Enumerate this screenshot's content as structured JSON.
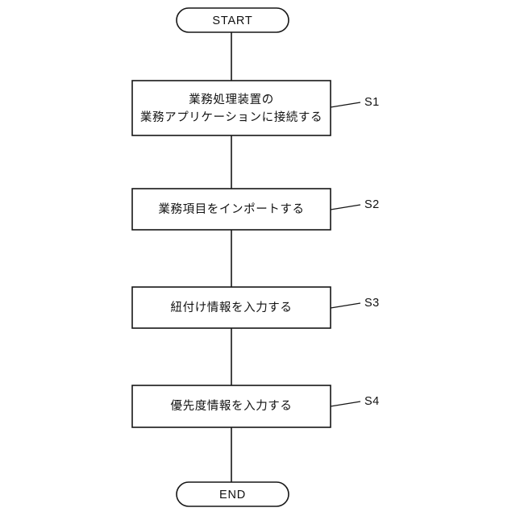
{
  "diagram": {
    "type": "flowchart",
    "orientation": "vertical",
    "background_color": "#ffffff",
    "stroke_color": "#161616",
    "text_color": "#111111",
    "start": {
      "label": "START",
      "shape": "stadium"
    },
    "end": {
      "label": "END",
      "shape": "stadium"
    },
    "steps": [
      {
        "id": "S1",
        "step_label": "S1",
        "shape": "rectangle",
        "lines": [
          "業務処理装置の",
          "業務アプリケーションに接続する"
        ]
      },
      {
        "id": "S2",
        "step_label": "S2",
        "shape": "rectangle",
        "lines": [
          "業務項目をインポートする"
        ]
      },
      {
        "id": "S3",
        "step_label": "S3",
        "shape": "rectangle",
        "lines": [
          "紐付け情報を入力する"
        ]
      },
      {
        "id": "S4",
        "step_label": "S4",
        "shape": "rectangle",
        "lines": [
          "優先度情報を入力する"
        ]
      }
    ]
  }
}
